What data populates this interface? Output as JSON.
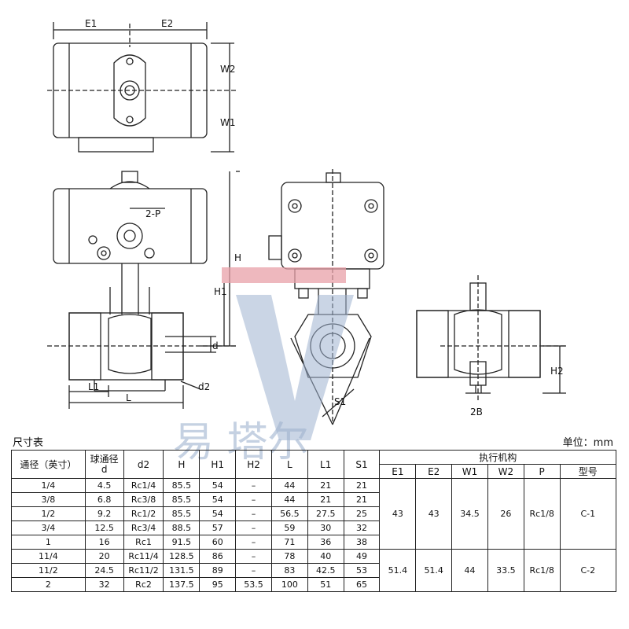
{
  "drawing": {
    "labels": {
      "e1": "E1",
      "e2": "E2",
      "w2": "W2",
      "w1": "W1",
      "p2": "2-P",
      "h": "H",
      "h1": "H1",
      "d": "d",
      "d2": "d2",
      "l1": "L1",
      "l": "L",
      "s1": "S1",
      "h2": "H2",
      "b2": "2B"
    }
  },
  "watermark": {
    "text": "易 塔尔",
    "color_red": "#e8a0a8",
    "color_blue": "#9fb3cf"
  },
  "table": {
    "title": "尺寸表",
    "unit": "单位：mm",
    "headers": {
      "diameter": "通径（英寸）",
      "ball_bore": "球通径\nd",
      "d2": "d2",
      "h": "H",
      "h1": "H1",
      "h2": "H2",
      "l": "L",
      "l1": "L1",
      "s1": "S1",
      "actuator": "执行机构",
      "e1": "E1",
      "e2": "E2",
      "w1": "W1",
      "w2": "W2",
      "p": "P",
      "model": "型号"
    },
    "rows": [
      [
        "1/4",
        "4.5",
        "Rc1/4",
        "85.5",
        "54",
        "–",
        "44",
        "21",
        "21"
      ],
      [
        "3/8",
        "6.8",
        "Rc3/8",
        "85.5",
        "54",
        "–",
        "44",
        "21",
        "21"
      ],
      [
        "1/2",
        "9.2",
        "Rc1/2",
        "85.5",
        "54",
        "–",
        "56.5",
        "27.5",
        "25"
      ],
      [
        "3/4",
        "12.5",
        "Rc3/4",
        "88.5",
        "57",
        "–",
        "59",
        "30",
        "32"
      ],
      [
        "1",
        "16",
        "Rc1",
        "91.5",
        "60",
        "–",
        "71",
        "36",
        "38"
      ],
      [
        "11/4",
        "20",
        "Rc11/4",
        "128.5",
        "86",
        "–",
        "78",
        "40",
        "49"
      ],
      [
        "11/2",
        "24.5",
        "Rc11/2",
        "131.5",
        "89",
        "–",
        "83",
        "42.5",
        "53"
      ],
      [
        "2",
        "32",
        "Rc2",
        "137.5",
        "95",
        "53.5",
        "100",
        "51",
        "65"
      ]
    ],
    "actuator_groups": [
      {
        "e1": "43",
        "e2": "43",
        "w1": "34.5",
        "w2": "26",
        "p": "Rc1/8",
        "model": "C-1"
      },
      {
        "e1": "51.4",
        "e2": "51.4",
        "w1": "44",
        "w2": "33.5",
        "p": "Rc1/8",
        "model": "C-2"
      }
    ]
  }
}
